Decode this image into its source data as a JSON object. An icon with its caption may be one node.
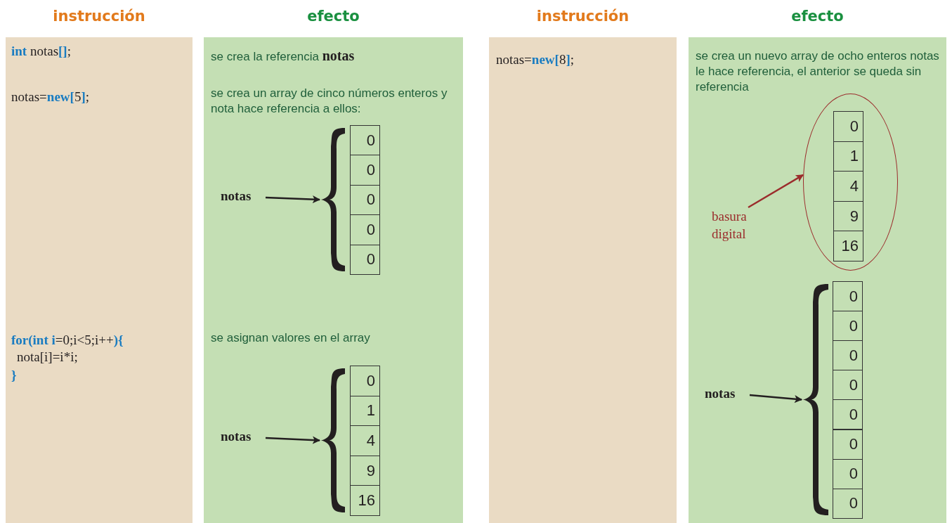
{
  "diagram": {
    "nodes": [
      {
        "text": [
          "instrucción",
          "**int** notas**[]**;",
          "notas=**new[**5**]**;",
          "**for(int i**=0;i<5;i++**){**",
          "nota[i]=i*i;",
          "**}**"
        ]
      },
      {
        "text": [
          "efecto",
          "se crea la referencia **notas**",
          "se crea un array de cinco números enteros y nota hace referencia a ellos:",
          "se asignan valores en el array"
        ]
      },
      {
        "text": [
          "notas"
        ],
        "in": 1
      },
      {
        "text": [],
        "shape": "bar",
        "in": 1
      },
      {
        "text": [
          "0"
        ],
        "in": 1
      },
      {
        "text": [
          "0"
        ],
        "in": 1
      },
      {
        "text": [
          "0"
        ],
        "in": 1
      },
      {
        "text": [
          "0"
        ],
        "in": 1
      },
      {
        "text": [
          "0"
        ],
        "in": 1
      },
      {
        "text": [
          "notas"
        ],
        "in": 1
      },
      {
        "text": [],
        "shape": "bar",
        "in": 1
      },
      {
        "text": [
          "0"
        ],
        "in": 1
      },
      {
        "text": [
          "1"
        ],
        "in": 1
      },
      {
        "text": [
          "4"
        ],
        "in": 1
      },
      {
        "text": [
          "9"
        ],
        "in": 1
      },
      {
        "text": [
          "16"
        ],
        "in": 1
      },
      {
        "text": [
          "instrucción",
          "notas=**new[**8**]**;"
        ]
      },
      {
        "text": [
          "efecto",
          "se crea un nuevo array de ocho enteros notas le hace referencia, el anterior se queda sin referencia"
        ]
      },
      {
        "text": [],
        "shape": "circle",
        "in": 17
      },
      {
        "text": [
          "0"
        ],
        "in": 18
      },
      {
        "text": [
          "1"
        ],
        "in": 18
      },
      {
        "text": [
          "4"
        ],
        "in": 18
      },
      {
        "text": [
          "9"
        ],
        "in": 18
      },
      {
        "text": [
          "16"
        ],
        "in": 18
      },
      {
        "text": [
          "basura digital"
        ],
        "in": 17
      },
      {
        "text": [
          "notas"
        ],
        "in": 17
      },
      {
        "text": [],
        "shape": "bar",
        "in": 17
      },
      {
        "text": [
          "0"
        ],
        "in": 17
      },
      {
        "text": [
          "0"
        ],
        "in": 17
      },
      {
        "text": [
          "0"
        ],
        "in": 17
      },
      {
        "text": [
          "0"
        ],
        "in": 17
      },
      {
        "text": [
          "0"
        ],
        "in": 17
      },
      {
        "text": [
          "0"
        ],
        "in": 17
      },
      {
        "text": [
          "0"
        ],
        "in": 17
      },
      {
        "text": [
          "0"
        ],
        "in": 17
      }
    ],
    "edges": [
      {
        "from": 2,
        "to": 3,
        "arrow": "to"
      },
      {
        "from": 9,
        "to": 10,
        "arrow": "to"
      },
      {
        "from": 24,
        "to": 18,
        "arrow": "to",
        "color": "#9b2c2c"
      },
      {
        "from": 25,
        "to": 26,
        "arrow": "to"
      }
    ]
  }
}
